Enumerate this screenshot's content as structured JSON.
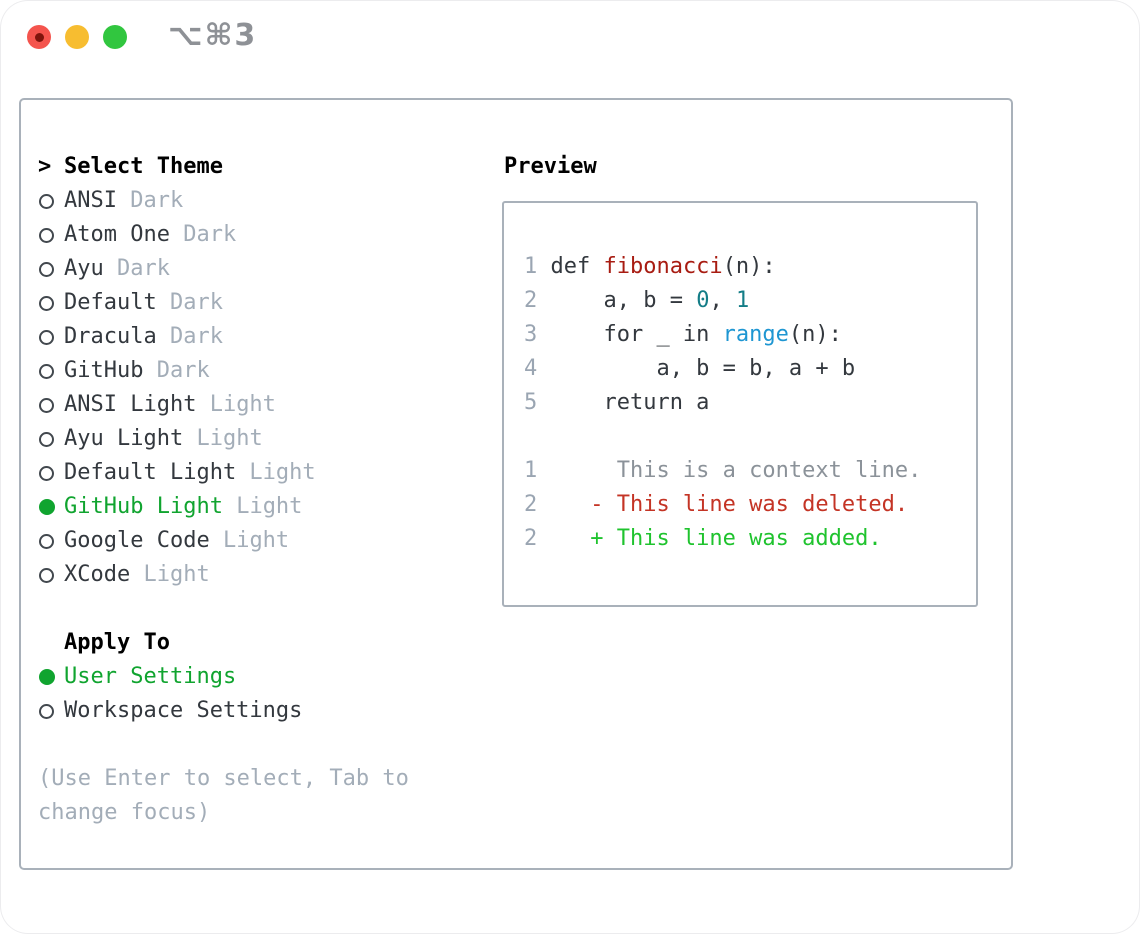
{
  "window": {
    "shortcut": "⌥⌘3",
    "traffic_lights": {
      "close_color": "#f4544d",
      "close_dot_color": "#7e140c",
      "minimize_color": "#f7bd30",
      "zoom_color": "#31c63f"
    }
  },
  "colors": {
    "fg": "#33383e",
    "green": "#10a42f",
    "muted": "#a3adb8",
    "border": "#a9b1ba",
    "num": "#9aa5b2",
    "red": "#a81c12",
    "teal": "#147d87",
    "blue": "#1e96d2",
    "ctx": "#8b9299",
    "del": "#c43425",
    "add": "#1fc32e"
  },
  "left": {
    "header_marker": ">",
    "header_label": "Select Theme",
    "themes": [
      {
        "name": "ANSI",
        "variant": "Dark",
        "selected": false
      },
      {
        "name": "Atom One",
        "variant": "Dark",
        "selected": false
      },
      {
        "name": "Ayu",
        "variant": "Dark",
        "selected": false
      },
      {
        "name": "Default",
        "variant": "Dark",
        "selected": false
      },
      {
        "name": "Dracula",
        "variant": "Dark",
        "selected": false
      },
      {
        "name": "GitHub",
        "variant": "Dark",
        "selected": false
      },
      {
        "name": "ANSI Light",
        "variant": "Light",
        "selected": false
      },
      {
        "name": "Ayu Light",
        "variant": "Light",
        "selected": false
      },
      {
        "name": "Default Light",
        "variant": "Light",
        "selected": false
      },
      {
        "name": "GitHub Light",
        "variant": "Light",
        "selected": true
      },
      {
        "name": "Google Code",
        "variant": "Light",
        "selected": false
      },
      {
        "name": "XCode",
        "variant": "Light",
        "selected": false
      }
    ],
    "apply_to_label": "Apply To",
    "apply_options": [
      {
        "name": "User Settings",
        "selected": true
      },
      {
        "name": "Workspace Settings",
        "selected": false
      }
    ],
    "hint_lines": [
      "(Use Enter to select, Tab to",
      "change focus)"
    ]
  },
  "preview": {
    "label": "Preview",
    "lines": [
      {
        "num": "1",
        "tokens": [
          {
            "text": "def ",
            "color": "fg"
          },
          {
            "text": "fibonacci",
            "color": "red"
          },
          {
            "text": "(n):",
            "color": "fg"
          }
        ]
      },
      {
        "num": "2",
        "tokens": [
          {
            "text": "    a, b = ",
            "color": "fg"
          },
          {
            "text": "0",
            "color": "teal"
          },
          {
            "text": ", ",
            "color": "fg"
          },
          {
            "text": "1",
            "color": "teal"
          }
        ]
      },
      {
        "num": "3",
        "tokens": [
          {
            "text": "    for _ in ",
            "color": "fg"
          },
          {
            "text": "range",
            "color": "blue"
          },
          {
            "text": "(n):",
            "color": "fg"
          }
        ]
      },
      {
        "num": "4",
        "tokens": [
          {
            "text": "        a, b = b, a + b",
            "color": "fg"
          }
        ]
      },
      {
        "num": "5",
        "tokens": [
          {
            "text": "    return a",
            "color": "fg"
          }
        ]
      },
      {
        "num": "",
        "tokens": []
      },
      {
        "num": "1",
        "tokens": [
          {
            "text": "     This is a context line.",
            "color": "ctx"
          }
        ]
      },
      {
        "num": "2",
        "tokens": [
          {
            "text": "   - This line was deleted.",
            "color": "del"
          }
        ]
      },
      {
        "num": "2",
        "tokens": [
          {
            "text": "   + This line was added.",
            "color": "add"
          }
        ]
      }
    ]
  }
}
